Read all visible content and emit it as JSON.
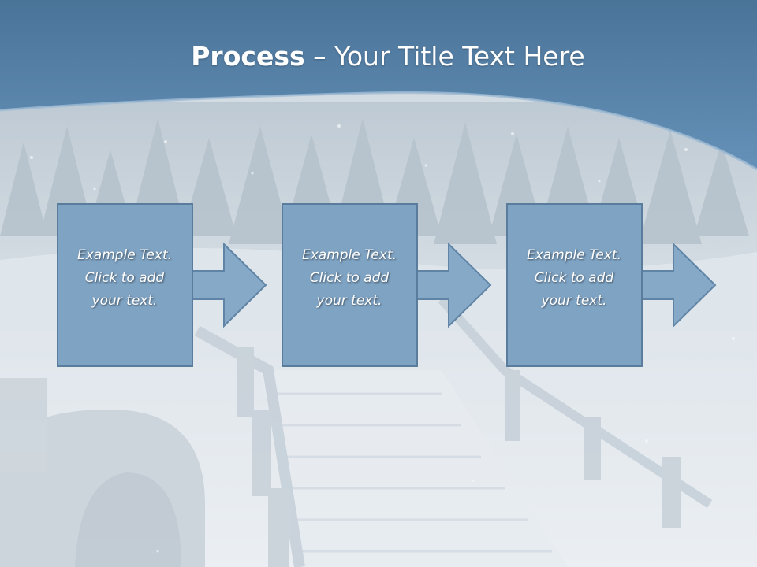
{
  "title": {
    "bold": "Process",
    "rest": " – Your Title Text Here"
  },
  "steps": [
    {
      "line1": "Example Text.",
      "line2": "Click  to add",
      "line3": "your text."
    },
    {
      "line1": "Example Text.",
      "line2": "Click  to add",
      "line3": "your text."
    },
    {
      "line1": "Example Text.",
      "line2": "Click  to add",
      "line3": "your text."
    }
  ],
  "colors": {
    "header_blue": "#5a86ab",
    "box_fill": "#7fa3c3",
    "box_border": "#5a7d9e",
    "arrow_fill": "#86a9c8",
    "text": "#ffffff"
  }
}
